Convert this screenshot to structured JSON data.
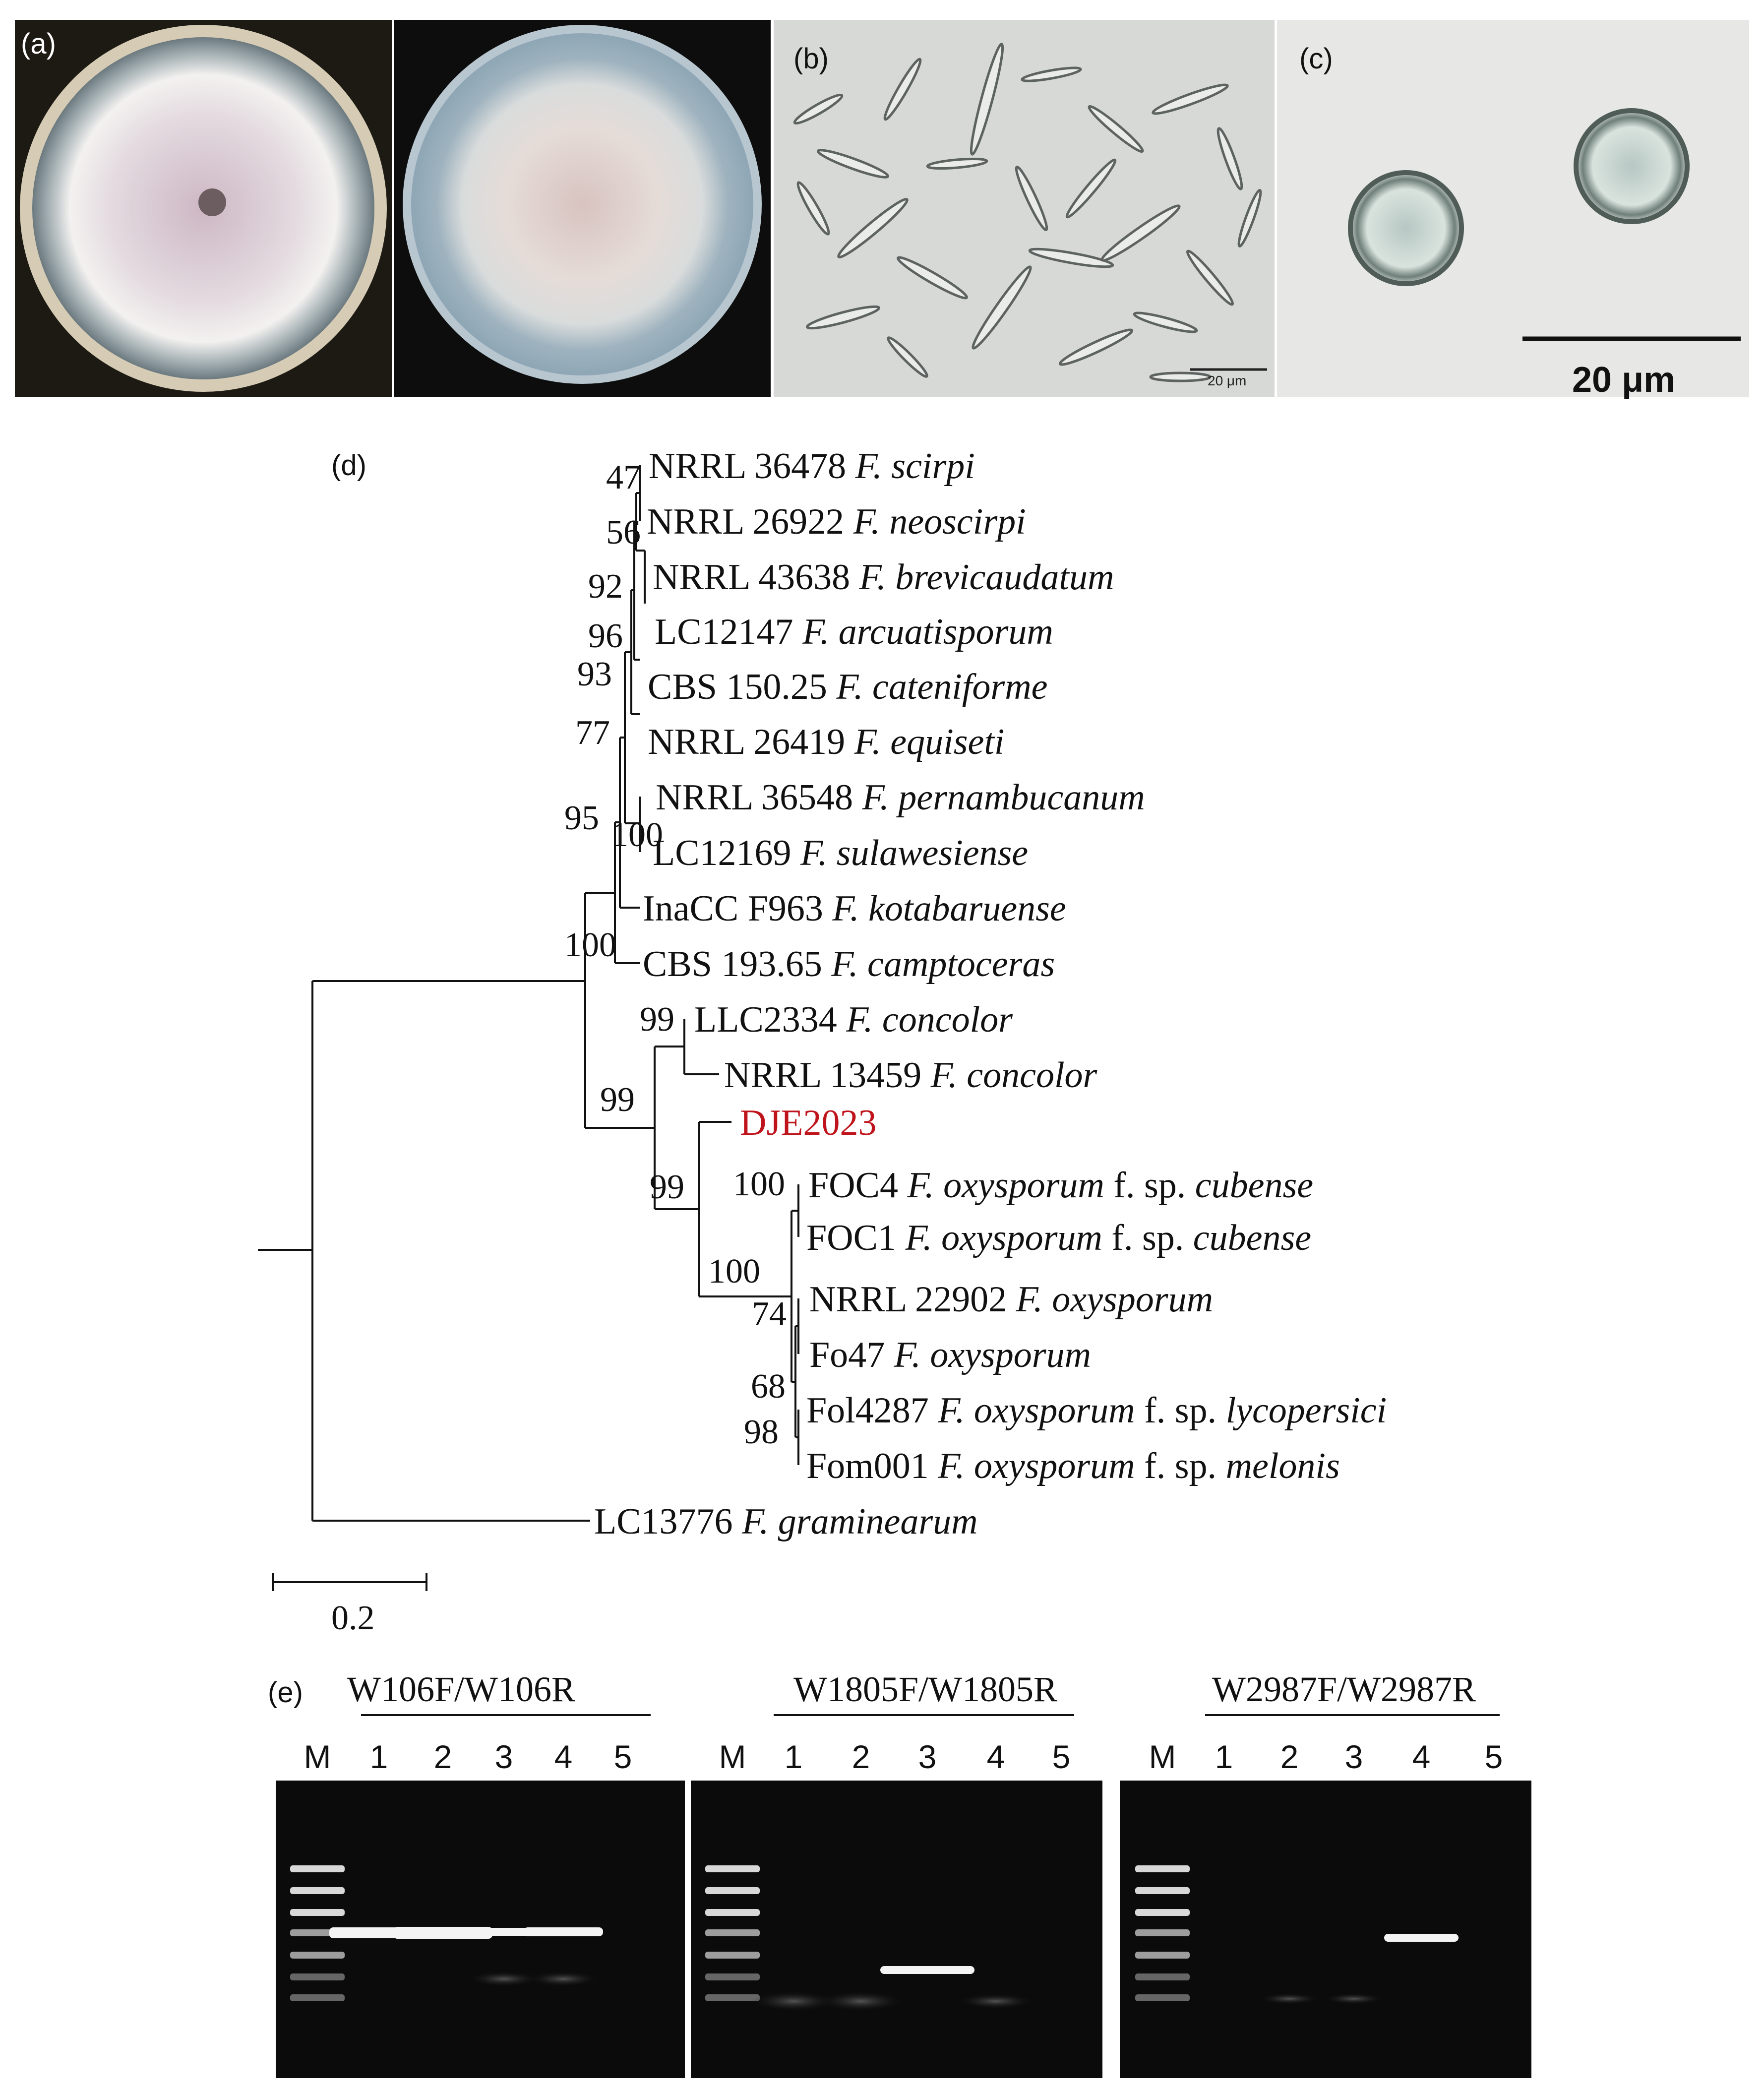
{
  "panels": {
    "a": {
      "label": "(a)"
    },
    "b": {
      "label": "(b)",
      "scale_bar": "20 μm"
    },
    "c": {
      "label": "(c)",
      "scale_bar": "20 μm"
    },
    "d": {
      "label": "(d)"
    },
    "e": {
      "label": "(e)"
    }
  },
  "tree": {
    "scale_label": "0.2",
    "highlight_color": "#c0141c",
    "taxa": [
      {
        "id": "scirpi",
        "strain": "NRRL 36478",
        "genus": "F.",
        "species": "scirpi",
        "forma": "",
        "fsp": ""
      },
      {
        "id": "neoscirpi",
        "strain": "NRRL 26922",
        "genus": "F.",
        "species": "neoscirpi",
        "forma": "",
        "fsp": ""
      },
      {
        "id": "brevicaudatum",
        "strain": "NRRL 43638",
        "genus": "F.",
        "species": "brevicaudatum",
        "forma": "",
        "fsp": ""
      },
      {
        "id": "arcuatisporum",
        "strain": "LC12147",
        "genus": "F.",
        "species": "arcuatisporum",
        "forma": "",
        "fsp": ""
      },
      {
        "id": "cateniforme",
        "strain": "CBS 150.25",
        "genus": "F.",
        "species": "cateniforme",
        "forma": "",
        "fsp": ""
      },
      {
        "id": "equiseti",
        "strain": "NRRL 26419",
        "genus": "F.",
        "species": "equiseti",
        "forma": "",
        "fsp": ""
      },
      {
        "id": "pernambucanum",
        "strain": "NRRL 36548",
        "genus": "F.",
        "species": "pernambucanum",
        "forma": "",
        "fsp": ""
      },
      {
        "id": "sulawesiense",
        "strain": "LC12169",
        "genus": "F.",
        "species": "sulawesiense",
        "forma": "",
        "fsp": ""
      },
      {
        "id": "kotabaruense",
        "strain": "InaCC F963",
        "genus": "F.",
        "species": "kotabaruense",
        "forma": "",
        "fsp": ""
      },
      {
        "id": "camptoceras",
        "strain": "CBS 193.65",
        "genus": "F.",
        "species": "camptoceras",
        "forma": "",
        "fsp": ""
      },
      {
        "id": "concolor1",
        "strain": "LLC2334",
        "genus": "F.",
        "species": "concolor",
        "forma": "",
        "fsp": ""
      },
      {
        "id": "concolor2",
        "strain": "NRRL 13459",
        "genus": "F.",
        "species": "concolor",
        "forma": "",
        "fsp": ""
      },
      {
        "id": "dje",
        "strain": "DJE2023",
        "genus": "",
        "species": "",
        "forma": "",
        "fsp": "",
        "highlight": true
      },
      {
        "id": "foc4",
        "strain": "FOC4",
        "genus": "F.",
        "species": "oxysporum",
        "forma": "f. sp.",
        "fsp": "cubense"
      },
      {
        "id": "foc1",
        "strain": "FOC1",
        "genus": "F.",
        "species": "oxysporum",
        "forma": "f. sp.",
        "fsp": "cubense"
      },
      {
        "id": "nrrl22902",
        "strain": "NRRL 22902",
        "genus": "F.",
        "species": "oxysporum",
        "forma": "",
        "fsp": ""
      },
      {
        "id": "fo47",
        "strain": "Fo47",
        "genus": "F.",
        "species": "oxysporum",
        "forma": "",
        "fsp": ""
      },
      {
        "id": "fol4287",
        "strain": "Fol4287",
        "genus": "F.",
        "species": "oxysporum",
        "forma": "f. sp.",
        "fsp": "lycopersici"
      },
      {
        "id": "fom001",
        "strain": "Fom001",
        "genus": "F.",
        "species": "oxysporum",
        "forma": "f. sp.",
        "fsp": "melonis"
      },
      {
        "id": "graminearum",
        "strain": "LC13776",
        "genus": "F.",
        "species": "graminearum",
        "forma": "",
        "fsp": ""
      }
    ],
    "bootstrap": [
      {
        "id": "b47",
        "value": "47"
      },
      {
        "id": "b56",
        "value": "56"
      },
      {
        "id": "b92",
        "value": "92"
      },
      {
        "id": "b96",
        "value": "96"
      },
      {
        "id": "b93",
        "value": "93"
      },
      {
        "id": "b77",
        "value": "77"
      },
      {
        "id": "b95",
        "value": "95"
      },
      {
        "id": "b100a",
        "value": "100"
      },
      {
        "id": "b100b",
        "value": "100"
      },
      {
        "id": "b99a",
        "value": "99"
      },
      {
        "id": "b99b",
        "value": "99"
      },
      {
        "id": "b99c",
        "value": "99"
      },
      {
        "id": "b100c",
        "value": "100"
      },
      {
        "id": "b100d",
        "value": "100"
      },
      {
        "id": "b74",
        "value": "74"
      },
      {
        "id": "b68",
        "value": "68"
      },
      {
        "id": "b98",
        "value": "98"
      }
    ]
  },
  "gels": [
    {
      "title": "W106F/W106R",
      "marker": "M",
      "lanes": [
        "1",
        "2",
        "3",
        "4",
        "5"
      ]
    },
    {
      "title": "W1805F/W1805R",
      "marker": "M",
      "lanes": [
        "1",
        "2",
        "3",
        "4",
        "5"
      ]
    },
    {
      "title": "W2987F/W2987R",
      "marker": "M",
      "lanes": [
        "1",
        "2",
        "3",
        "4",
        "5"
      ]
    }
  ]
}
